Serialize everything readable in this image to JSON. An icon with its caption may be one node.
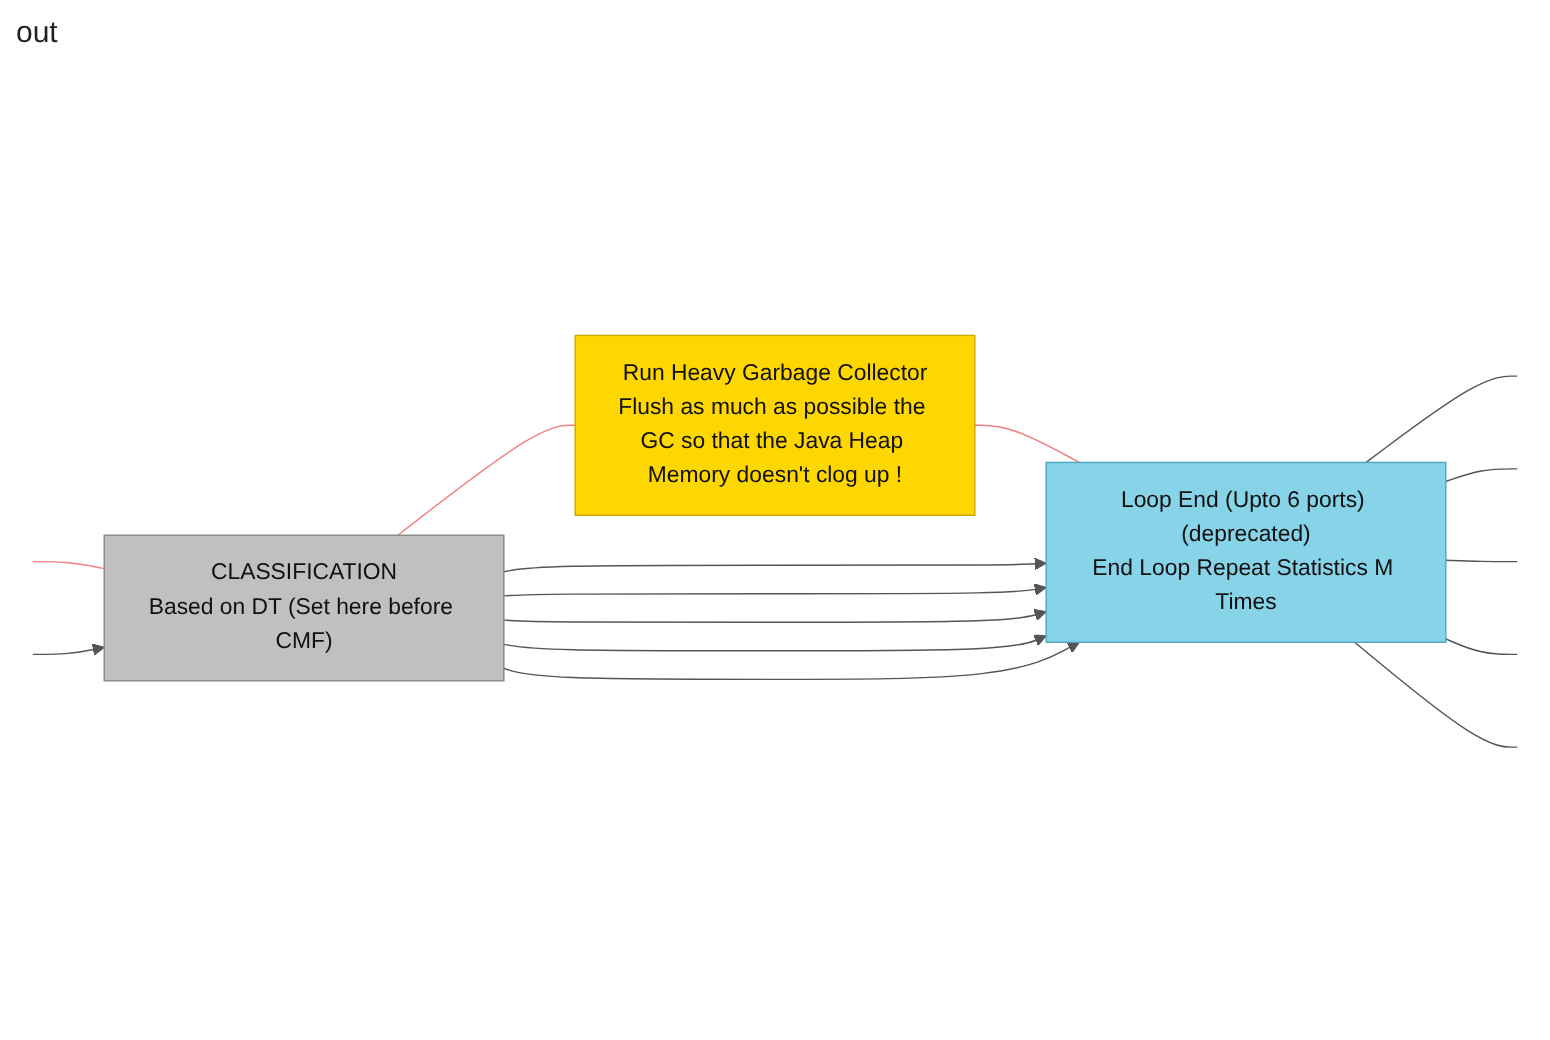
{
  "diagram": {
    "nodes": [
      {
        "text": [
          "Run Heavy Garbage Collector",
          "Flush as much as possible the GC so that the Java Heap Memory doesn't clog up !"
        ]
      },
      {
        "text": [
          "CLASSIFICATION",
          "Based on DT (Set here before CMF)"
        ]
      },
      {
        "text": [
          "Loop End (Upto 6 ports) (deprecated)",
          "End Loop Repeat Statistics M Times"
        ]
      }
    ],
    "edges": [
      {
        "from": null,
        "to": 1,
        "arrow": "none",
        "color": "#f08080"
      },
      {
        "from": null,
        "to": 1,
        "arrow": "to"
      },
      {
        "from": 1,
        "to": 0,
        "arrow": "none",
        "color": "#f08080"
      },
      {
        "from": 0,
        "to": 2,
        "arrow": "none",
        "color": "#f08080"
      },
      {
        "from": 1,
        "to": 2,
        "arrow": "to"
      },
      {
        "from": 1,
        "to": 2,
        "arrow": "to"
      },
      {
        "from": 1,
        "to": 2,
        "arrow": "to"
      },
      {
        "from": 1,
        "to": 2,
        "arrow": "to"
      },
      {
        "from": 1,
        "to": 2,
        "arrow": "to"
      },
      {
        "from": 2,
        "to": null,
        "arrow": "none"
      },
      {
        "from": 2,
        "to": null,
        "arrow": "none"
      },
      {
        "from": 2,
        "to": null,
        "arrow": "none"
      },
      {
        "from": 2,
        "to": null,
        "arrow": "none"
      },
      {
        "from": 2,
        "to": null,
        "arrow": "none"
      }
    ],
    "labels": [
      "out"
    ]
  }
}
